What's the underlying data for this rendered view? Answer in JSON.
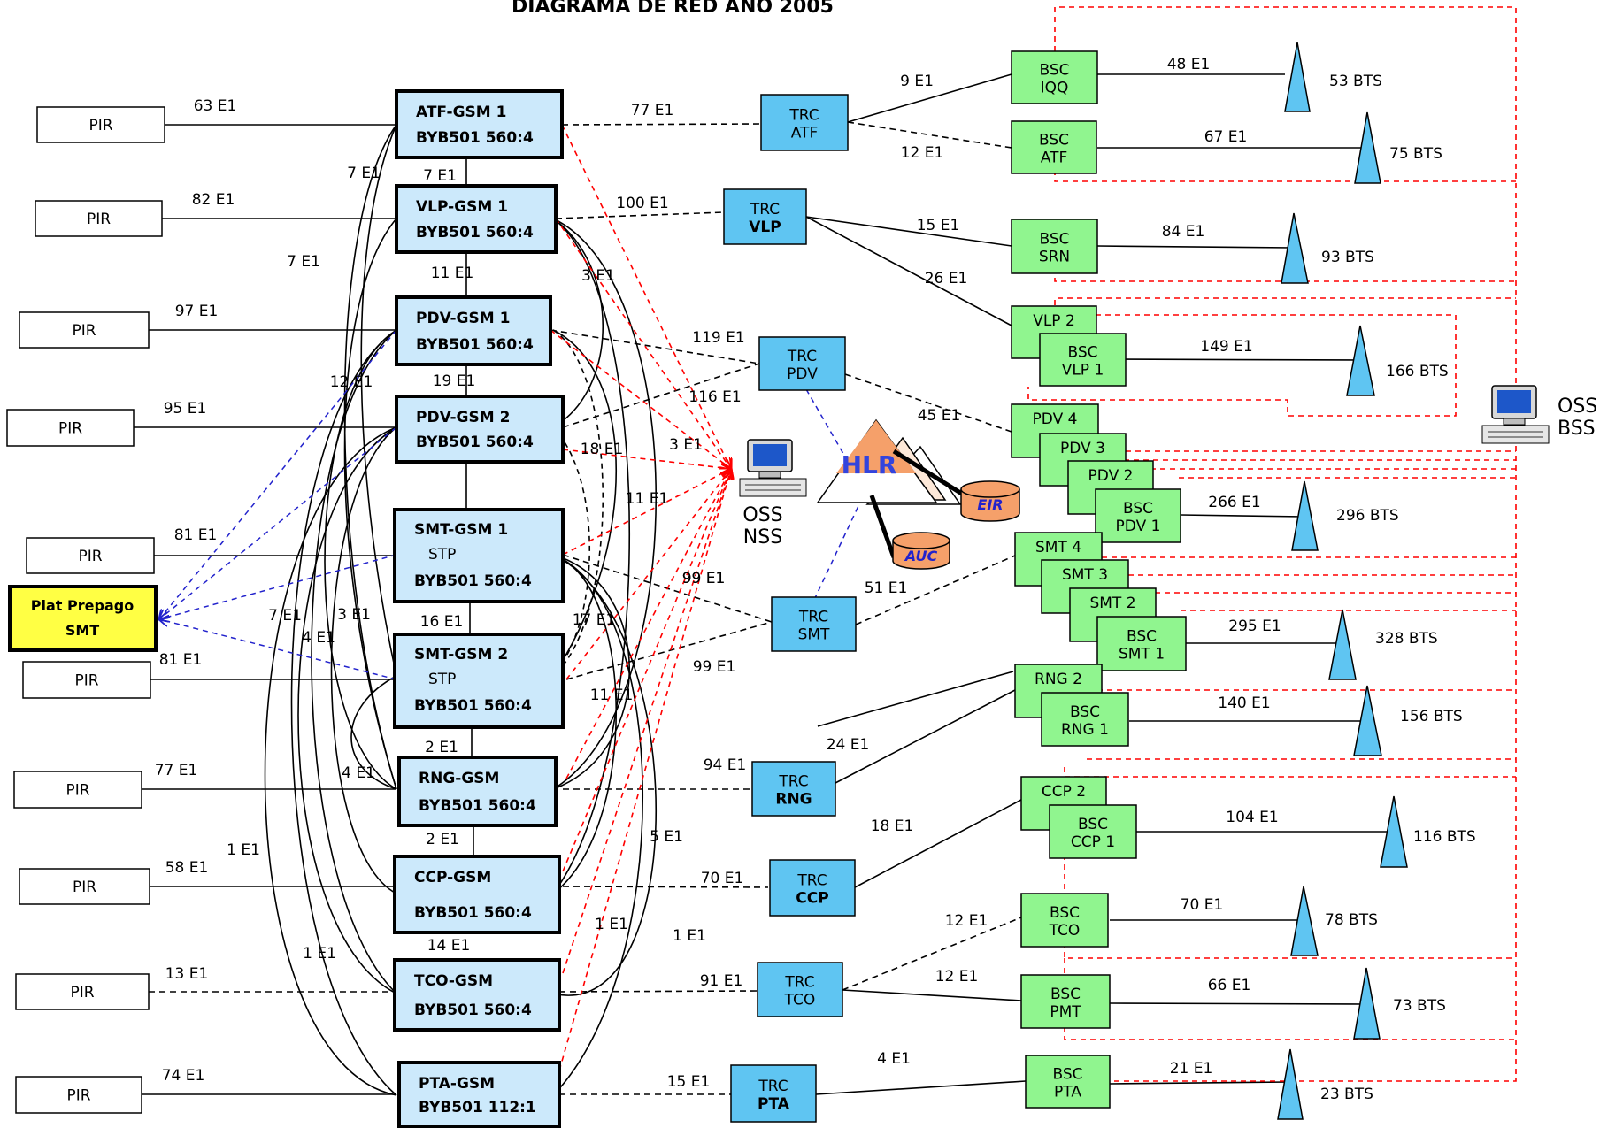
{
  "title": "DIAGRAMA DE RED AÑO 2005",
  "colors": {
    "msc": "#cce9fb",
    "trc": "#5fc5f2",
    "bsc": "#90f58f",
    "prepago": "#ffff44",
    "bts": "#5fc5f2",
    "oss_link": "#ff0000",
    "sig_link": "#2222cc"
  },
  "pir_label": "PIR",
  "pirs": [
    {
      "link": "63 E1"
    },
    {
      "link": "82 E1"
    },
    {
      "link": "97 E1"
    },
    {
      "link": "95 E1"
    },
    {
      "link": "81 E1"
    },
    {
      "link": "81 E1"
    },
    {
      "link": "77 E1"
    },
    {
      "link": "58 E1"
    },
    {
      "link": "74 E1"
    },
    {
      "link": "13 E1"
    }
  ],
  "prepago": {
    "line1": "Plat Prepago",
    "line2": "SMT"
  },
  "mscs": [
    {
      "name": "ATF-GSM 1",
      "sub": "",
      "model": "BYB501 560:4"
    },
    {
      "name": "VLP-GSM 1",
      "sub": "",
      "model": "BYB501 560:4"
    },
    {
      "name": "PDV-GSM 1",
      "sub": "",
      "model": "BYB501 560:4"
    },
    {
      "name": "PDV-GSM 2",
      "sub": "",
      "model": "BYB501 560:4"
    },
    {
      "name": "SMT-GSM 1",
      "sub": "STP",
      "model": "BYB501 560:4"
    },
    {
      "name": "SMT-GSM 2",
      "sub": "STP",
      "model": "BYB501 560:4"
    },
    {
      "name": "RNG-GSM",
      "sub": "",
      "model": "BYB501 560:4"
    },
    {
      "name": "CCP-GSM",
      "sub": "",
      "model": "BYB501 560:4"
    },
    {
      "name": "TCO-GSM",
      "sub": "",
      "model": "BYB501 560:4"
    },
    {
      "name": "PTA-GSM",
      "sub": "",
      "model": "BYB501 112:1"
    }
  ],
  "msc_chain": [
    "7 E1",
    "11 E1",
    "19 E1",
    "16 E1",
    "2 E1",
    "2 E1",
    "14 E1"
  ],
  "trcs": [
    {
      "l1": "TRC",
      "l2": "ATF",
      "link": "77 E1"
    },
    {
      "l1": "TRC",
      "l2": "VLP",
      "link": "100 E1"
    },
    {
      "l1": "TRC",
      "l2": "PDV",
      "link": "119 E1"
    },
    {
      "l1": "TRC",
      "l2": "SMT",
      "link": "99 E1"
    },
    {
      "l1": "TRC",
      "l2": "RNG",
      "link": "94 E1"
    },
    {
      "l1": "TRC",
      "l2": "CCP",
      "link": "70 E1"
    },
    {
      "l1": "TRC",
      "l2": "TCO",
      "link": "91 E1"
    },
    {
      "l1": "TRC",
      "l2": "PTA",
      "link": "15 E1"
    }
  ],
  "trc_bsc_links": [
    "9 E1",
    "12 E1",
    "15 E1",
    "26 E1",
    "45 E1",
    "51 E1",
    "24 E1",
    "18 E1",
    "12 E1",
    "12 E1",
    "4 E1"
  ],
  "bscs": [
    {
      "l1": "BSC",
      "l2": "IQQ"
    },
    {
      "l1": "BSC",
      "l2": "ATF"
    },
    {
      "l1": "BSC",
      "l2": "SRN"
    },
    {
      "l1": "VLP 2",
      "l2": ""
    },
    {
      "l1": "BSC",
      "l2": "VLP 1"
    },
    {
      "l1": "PDV 4",
      "l2": ""
    },
    {
      "l1": "PDV 3",
      "l2": ""
    },
    {
      "l1": "PDV 2",
      "l2": ""
    },
    {
      "l1": "BSC",
      "l2": "PDV 1"
    },
    {
      "l1": "SMT 4",
      "l2": ""
    },
    {
      "l1": "SMT 3",
      "l2": ""
    },
    {
      "l1": "SMT 2",
      "l2": ""
    },
    {
      "l1": "BSC",
      "l2": "SMT 1"
    },
    {
      "l1": "RNG 2",
      "l2": ""
    },
    {
      "l1": "BSC",
      "l2": "RNG 1"
    },
    {
      "l1": "CCP 2",
      "l2": ""
    },
    {
      "l1": "BSC",
      "l2": "CCP 1"
    },
    {
      "l1": "BSC",
      "l2": "TCO"
    },
    {
      "l1": "BSC",
      "l2": "PMT"
    },
    {
      "l1": "BSC",
      "l2": "PTA"
    }
  ],
  "bts_links": [
    {
      "link": "48 E1",
      "bts": "53 BTS"
    },
    {
      "link": "67 E1",
      "bts": "75 BTS"
    },
    {
      "link": "84 E1",
      "bts": "93 BTS"
    },
    {
      "link": "149 E1",
      "bts": "166 BTS"
    },
    {
      "link": "266 E1",
      "bts": "296 BTS"
    },
    {
      "link": "295 E1",
      "bts": "328 BTS"
    },
    {
      "link": "140 E1",
      "bts": "156 BTS"
    },
    {
      "link": "104 E1",
      "bts": "116 BTS"
    },
    {
      "link": "70 E1",
      "bts": "78 BTS"
    },
    {
      "link": "66 E1",
      "bts": "73 BTS"
    },
    {
      "link": "21 E1",
      "bts": "23 BTS"
    }
  ],
  "mesh_labels": [
    "7 E1",
    "7 E1",
    "12 E1",
    "7 E1",
    "3 E1",
    "4 E1",
    "4 E1",
    "1 E1",
    "1 E1",
    "3 E1",
    "18 E1",
    "3 E1",
    "11 E1",
    "17 E1",
    "99 E1",
    "11 E1",
    "5 E1",
    "1 E1",
    "1 E1",
    "116 E1",
    "99 E1"
  ],
  "oss_nss": {
    "l1": "OSS",
    "l2": "NSS"
  },
  "oss_bss": {
    "l1": "OSS",
    "l2": "BSS"
  },
  "core": {
    "hlr": "HLR",
    "eir": "EIR",
    "auc": "AUC"
  }
}
